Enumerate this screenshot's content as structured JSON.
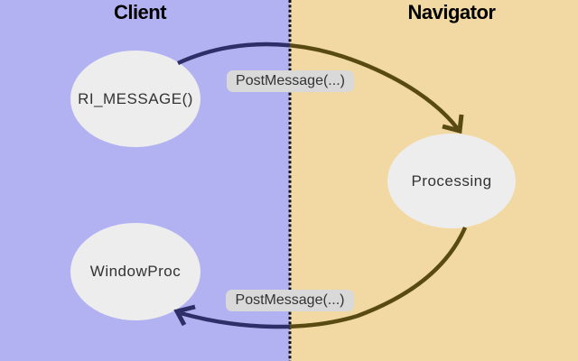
{
  "diagram": {
    "left_panel": {
      "title": "Client",
      "bg_color": "#b2b2f2"
    },
    "right_panel": {
      "title": "Navigator",
      "bg_color": "#f2d9a3"
    },
    "nodes": [
      {
        "id": "ri-message",
        "label": "RI_MESSAGE()",
        "panel": "Client"
      },
      {
        "id": "processing",
        "label": "Processing",
        "panel": "Navigator"
      },
      {
        "id": "windowproc",
        "label": "WindowProc",
        "panel": "Client"
      }
    ],
    "arrows": [
      {
        "from": "RI_MESSAGE()",
        "to": "Processing",
        "label": "PostMessage(...)"
      },
      {
        "from": "Processing",
        "to": "WindowProc",
        "label": "PostMessage(...)"
      }
    ],
    "colors": {
      "arrow_on_client_side": "#2e2e68",
      "arrow_on_navigator_side": "#594a14",
      "node_fill": "#ededed",
      "message_label_bg": "#d9d9d9",
      "divider": "#111111"
    }
  }
}
